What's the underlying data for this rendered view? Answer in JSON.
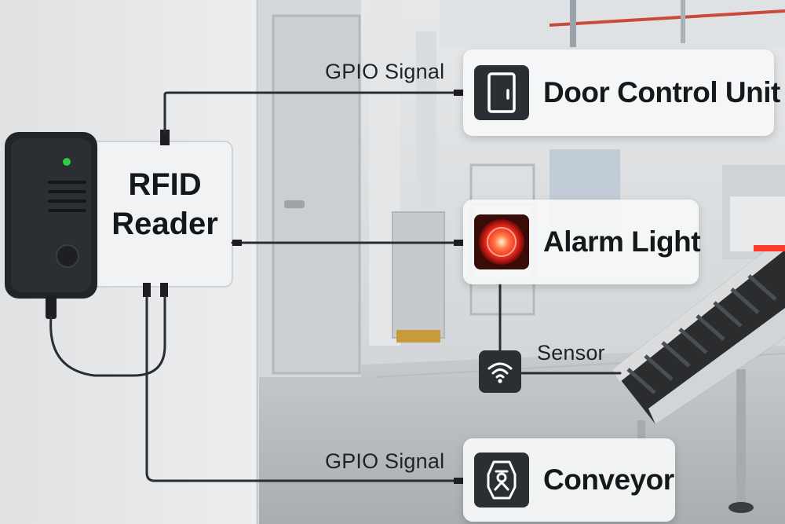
{
  "reader": {
    "title_line1": "RFID",
    "title_line2": "Reader"
  },
  "connections": {
    "top_label": "GPIO Signal",
    "bottom_label": "GPIO Signal",
    "sensor_label": "Sensor"
  },
  "devices": {
    "door": {
      "label": "Door Control Unit",
      "icon": "door-icon"
    },
    "alarm": {
      "label": "Alarm Light",
      "icon": "alarm-light-icon"
    },
    "conveyor": {
      "label": "Conveyor",
      "icon": "conveyor-icon"
    },
    "sensor": {
      "icon": "wifi-sensor-icon"
    }
  },
  "colors": {
    "wire": "#2a2d31",
    "alarm_red": "#e8261d",
    "status_led": "#2ecc40"
  }
}
